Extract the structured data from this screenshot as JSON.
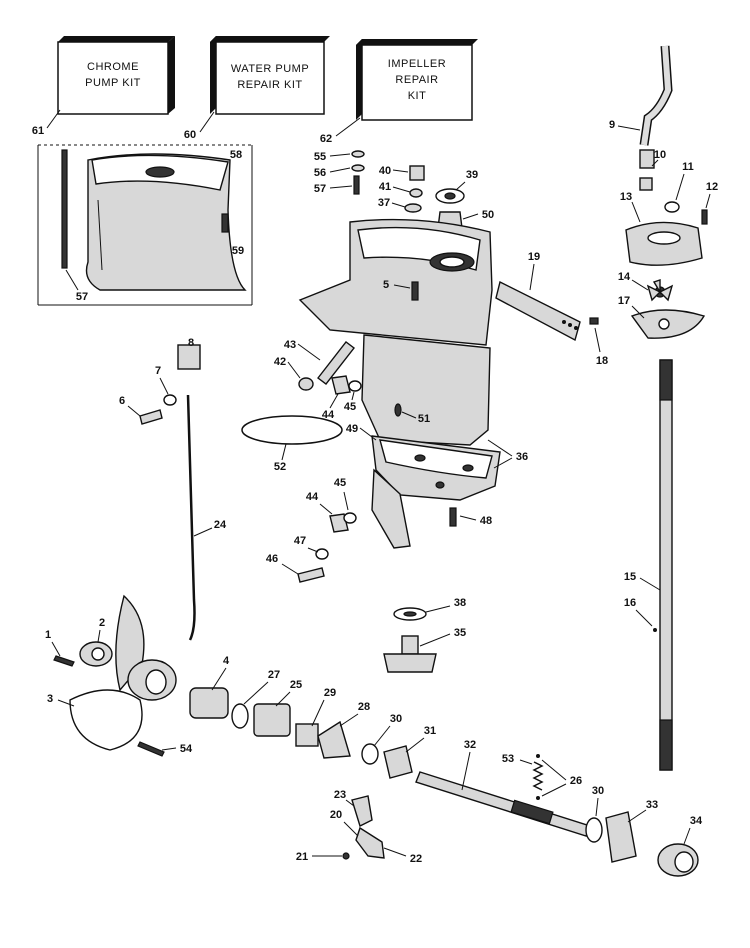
{
  "kits": [
    {
      "id": "chrome-pump-kit",
      "lines": [
        "CHROME",
        "PUMP KIT"
      ],
      "number": "61"
    },
    {
      "id": "water-pump-repair-kit",
      "lines": [
        "WATER PUMP",
        "REPAIR KIT"
      ],
      "number": "60"
    },
    {
      "id": "impeller-repair-kit",
      "lines": [
        "IMPELLER",
        "REPAIR",
        "KIT"
      ],
      "number": "62"
    }
  ],
  "callouts": {
    "c1": "1",
    "c2": "2",
    "c3": "3",
    "c4": "4",
    "c5": "5",
    "c6": "6",
    "c7": "7",
    "c8": "8",
    "c9": "9",
    "c10": "10",
    "c11": "11",
    "c12": "12",
    "c13": "13",
    "c14": "14",
    "c15": "15",
    "c16": "16",
    "c17": "17",
    "c18": "18",
    "c19": "19",
    "c20": "20",
    "c21": "21",
    "c22": "22",
    "c23": "23",
    "c24": "24",
    "c25": "25",
    "c26": "26",
    "c27": "27",
    "c28": "28",
    "c29": "29",
    "c30a": "30",
    "c30b": "30",
    "c31": "31",
    "c32": "32",
    "c33": "33",
    "c34": "34",
    "c35": "35",
    "c36": "36",
    "c37": "37",
    "c38": "38",
    "c39": "39",
    "c40": "40",
    "c41": "41",
    "c42": "42",
    "c43": "43",
    "c44a": "44",
    "c44b": "44",
    "c45a": "45",
    "c45b": "45",
    "c46": "46",
    "c47": "47",
    "c48": "48",
    "c49": "49",
    "c50": "50",
    "c51": "51",
    "c52": "52",
    "c53": "53",
    "c54": "54",
    "c55": "55",
    "c56": "56",
    "c57a": "57",
    "c57b": "57",
    "c58": "58",
    "c59": "59"
  }
}
